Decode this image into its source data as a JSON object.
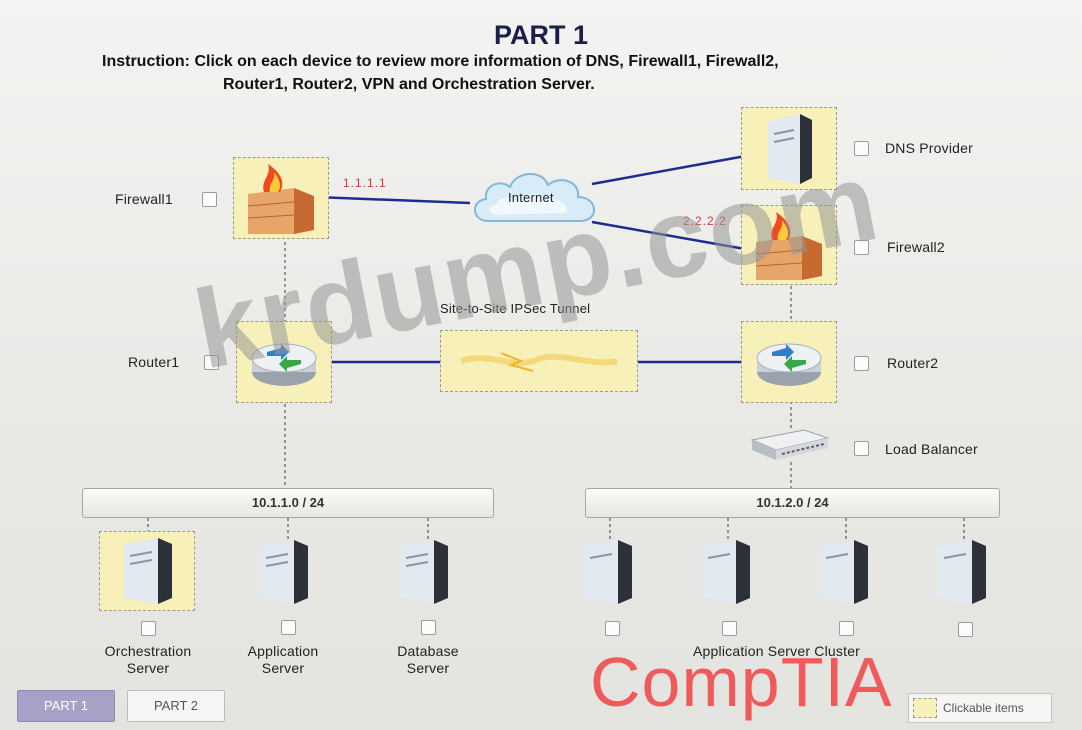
{
  "header": {
    "title": "PART 1",
    "instruction_line1": "Instruction: Click on each device to review more information of DNS, Firewall1, Firewall2,",
    "instruction_line2": "Router1, Router2, VPN and Orchestration Server."
  },
  "devices": {
    "firewall1": {
      "label": "Firewall1",
      "ip": "1.1.1.1"
    },
    "internet": {
      "label": "Internet"
    },
    "dns": {
      "label": "DNS Provider"
    },
    "firewall2": {
      "label": "Firewall2",
      "ip": "2.2.2.2"
    },
    "router1": {
      "label": "Router1"
    },
    "router2": {
      "label": "Router2"
    },
    "vpn": {
      "label": "Site-to-Site IPSec Tunnel"
    },
    "load_balancer": {
      "label": "Load Balancer"
    }
  },
  "subnets": {
    "left": "10.1.1.0 / 24",
    "right": "10.1.2.0 / 24"
  },
  "servers": {
    "orchestration": {
      "line1": "Orchestration",
      "line2": "Server"
    },
    "application": {
      "line1": "Application",
      "line2": "Server"
    },
    "database": {
      "line1": "Database",
      "line2": "Server"
    },
    "cluster_label": "Application Server Cluster"
  },
  "footer": {
    "tab1": "PART 1",
    "tab2": "PART 2",
    "legend": "Clickable items"
  },
  "watermark": "krdump.com",
  "brand": "CompTIA",
  "colors": {
    "highlight": "#f7f1b9",
    "link": "#1c2d8f",
    "ip_text": "#d23a3a",
    "brand": "#ef5b5b"
  }
}
